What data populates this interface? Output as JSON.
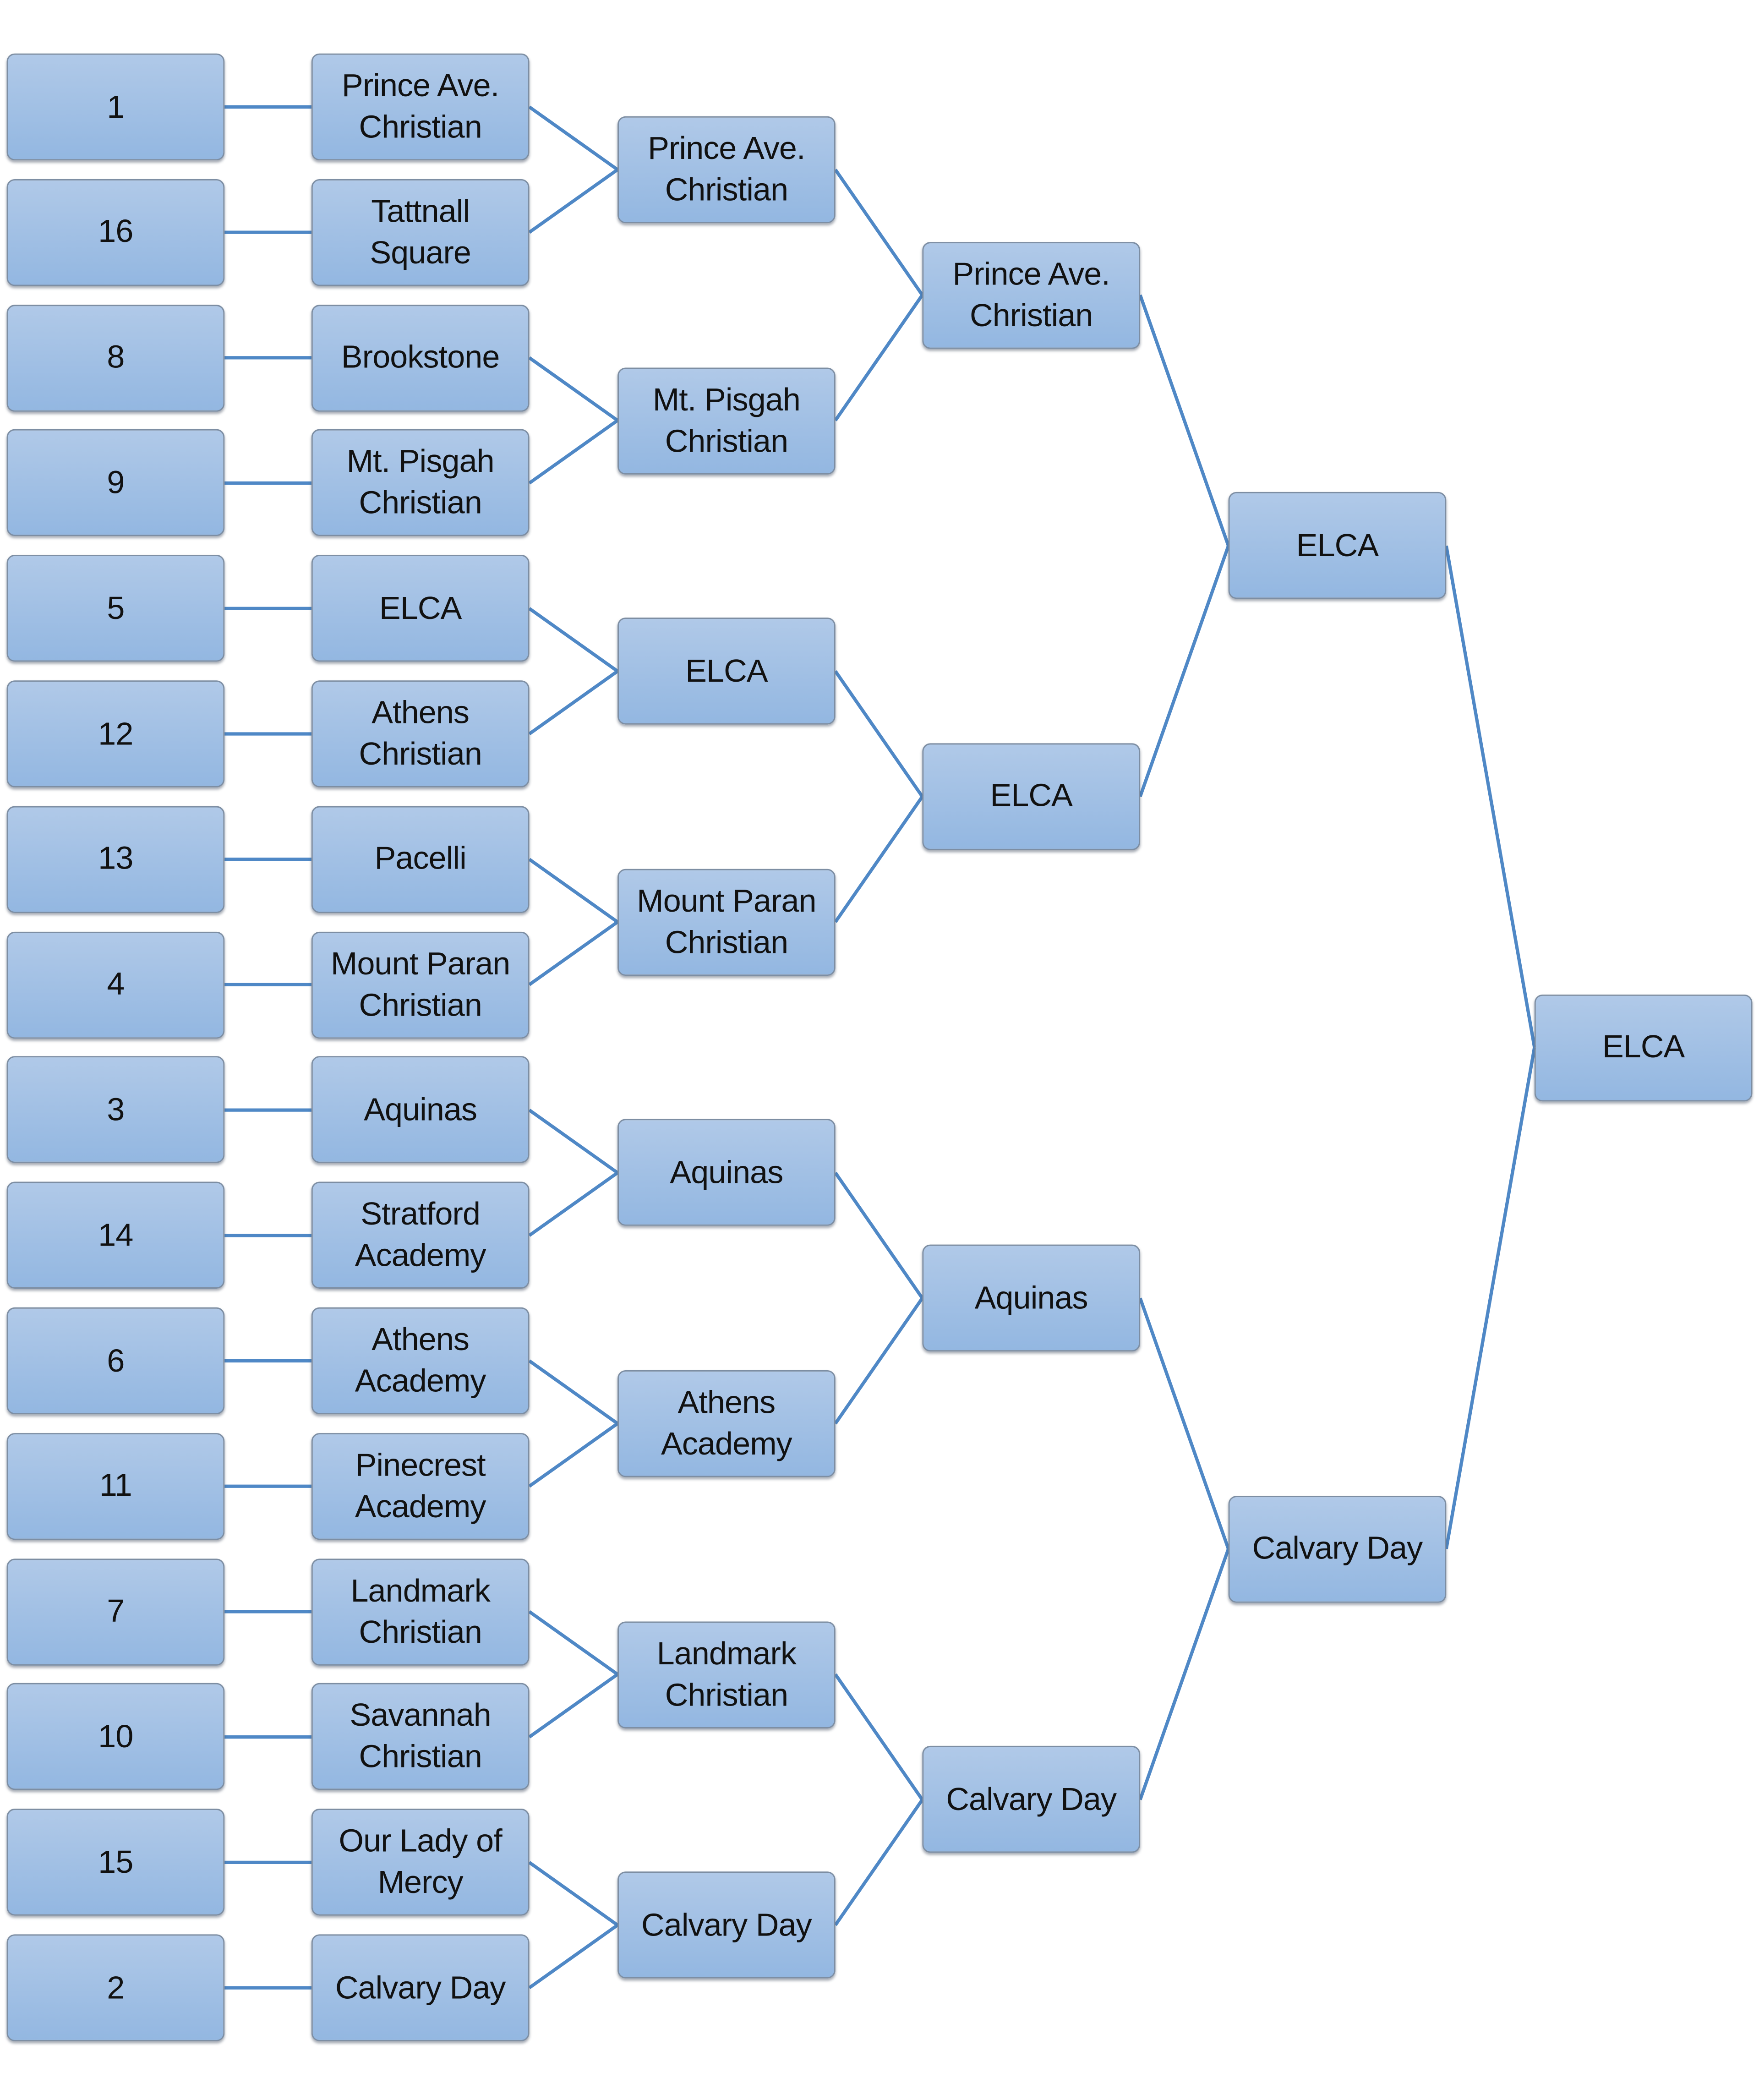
{
  "colors": {
    "line": "#4f88c6",
    "box_top": "#b0c9e8",
    "box_bottom": "#93b7e1",
    "border": "#7d8ea3"
  },
  "seeds": [
    "1",
    "16",
    "8",
    "9",
    "5",
    "12",
    "13",
    "4",
    "3",
    "14",
    "6",
    "11",
    "7",
    "10",
    "15",
    "2"
  ],
  "rounds": [
    [
      "Prince Ave. Christian",
      "Tattnall Square",
      "Brookstone",
      "Mt. Pisgah Christian",
      "ELCA",
      "Athens Christian",
      "Pacelli",
      "Mount Paran Christian",
      "Aquinas",
      "Stratford Academy",
      "Athens Academy",
      "Pinecrest Academy",
      "Landmark Christian",
      "Savannah Christian",
      "Our Lady of Mercy",
      "Calvary Day"
    ],
    [
      "Prince Ave. Christian",
      "Mt. Pisgah Christian",
      "ELCA",
      "Mount Paran Christian",
      "Aquinas",
      "Athens Academy",
      "Landmark Christian",
      "Calvary Day"
    ],
    [
      "Prince Ave. Christian",
      "ELCA",
      "Aquinas",
      "Calvary Day"
    ],
    [
      "ELCA",
      "Calvary Day"
    ],
    [
      "ELCA"
    ]
  ]
}
